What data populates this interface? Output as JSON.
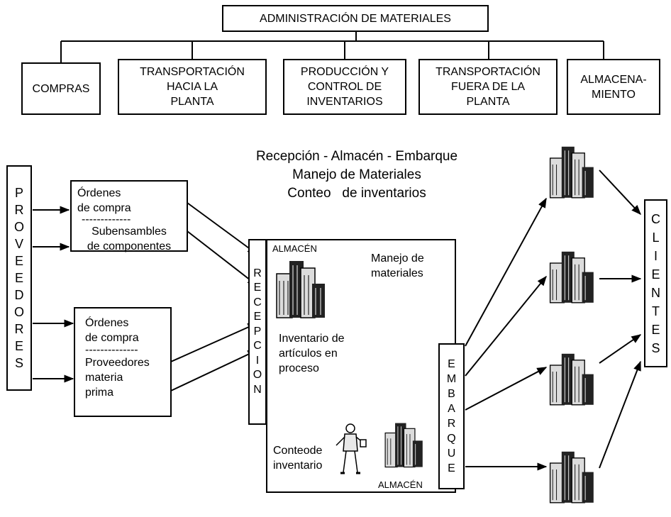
{
  "header": {
    "title": "ADMINISTRACIÓN DE MATERIALES",
    "functions": [
      "COMPRAS",
      "TRANSPORTACIÓN\nHACIA LA\nPLANTA",
      "PRODUCCIÓN Y\nCONTROL DE\nINVENTARIOS",
      "TRANSPORTACIÓN\nFUERA DE LA\nPLANTA",
      "ALMACENA-\nMIENTO"
    ]
  },
  "activities": {
    "line1": "Recepción - Almacén - Embarque",
    "line2": "Manejo de Materiales",
    "line3": "Conteo   de inventarios"
  },
  "suppliers": {
    "label": "PROVEEDORES"
  },
  "orders_top": {
    "line1": "Órdenes\nde compra",
    "separator": "-------------",
    "line2": "Subensambles\nde componentes"
  },
  "orders_bottom": {
    "line1": "Órdenes\nde compra",
    "separator": "--------------",
    "line2": "Proveedores\nmateria\nprima"
  },
  "plant": {
    "reception": "RECEPCION",
    "warehouse_top": "ALMACÉN",
    "handling": "Manejo de\nmateriales",
    "wip": "Inventario de\nartículos en\nproceso",
    "counting": "Conteode\ninventario",
    "warehouse_bottom": "ALMACÉN",
    "shipping": "EMBARQUE"
  },
  "clients": {
    "label": "CLIENTES"
  },
  "icons": {
    "building": "office-buildings-icon",
    "person": "worker-with-clipboard-icon"
  },
  "colors": {
    "ink": "#000000",
    "paper": "#ffffff",
    "building_light": "#dcdcdc",
    "building_dark": "#222222"
  }
}
